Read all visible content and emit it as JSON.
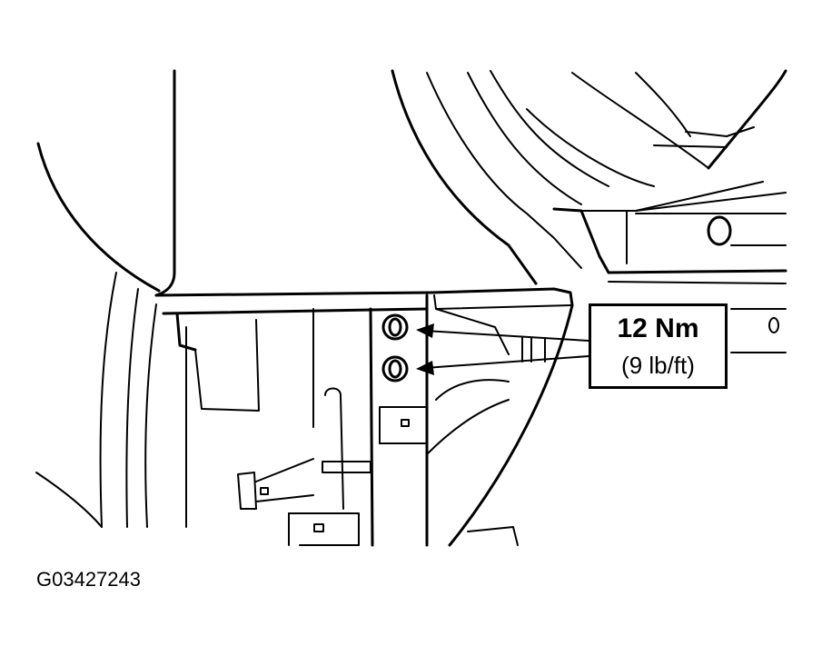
{
  "callout": {
    "torque_nm": "12 Nm",
    "torque_lbft": "(9 lb/ft)"
  },
  "figure_id": "G03427243",
  "colors": {
    "line": "#000000",
    "background": "#ffffff"
  }
}
